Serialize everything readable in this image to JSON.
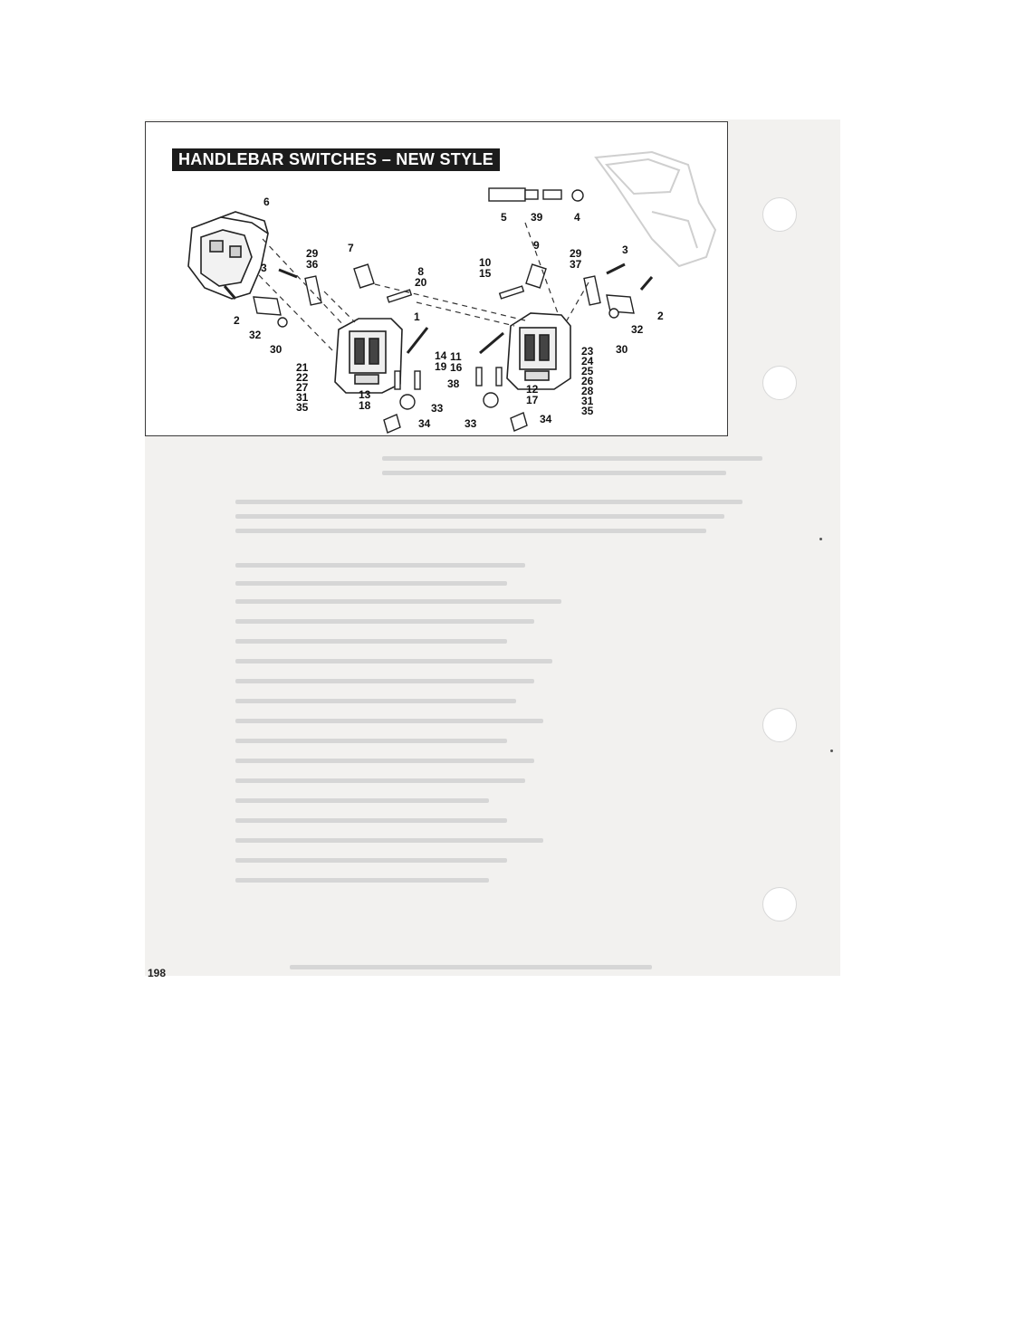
{
  "page": {
    "title": "HANDLEBAR SWITCHES – NEW STYLE",
    "page_number": "198"
  },
  "callouts": {
    "c1": "1",
    "c2a": "2",
    "c2b": "2",
    "c3a": "3",
    "c3b": "3",
    "c4": "4",
    "c5": "5",
    "c6": "6",
    "c7": "7",
    "c8_20": "8\n20",
    "c9": "9",
    "c10_15": "10\n15",
    "c11_16": "11\n16",
    "c12_17": "12\n17",
    "c13_18": "13\n18",
    "c14_19": "14\n19",
    "c21_35": "21\n22\n27\n31\n35",
    "c23_35": "23\n24\n25\n26\n28\n31\n35",
    "c29_36": "29\n36",
    "c29_37": "29\n37",
    "c30a": "30",
    "c30b": "30",
    "c32a": "32",
    "c32b": "32",
    "c33a": "33",
    "c33b": "33",
    "c34a": "34",
    "c34b": "34",
    "c38": "38",
    "c39": "39"
  }
}
